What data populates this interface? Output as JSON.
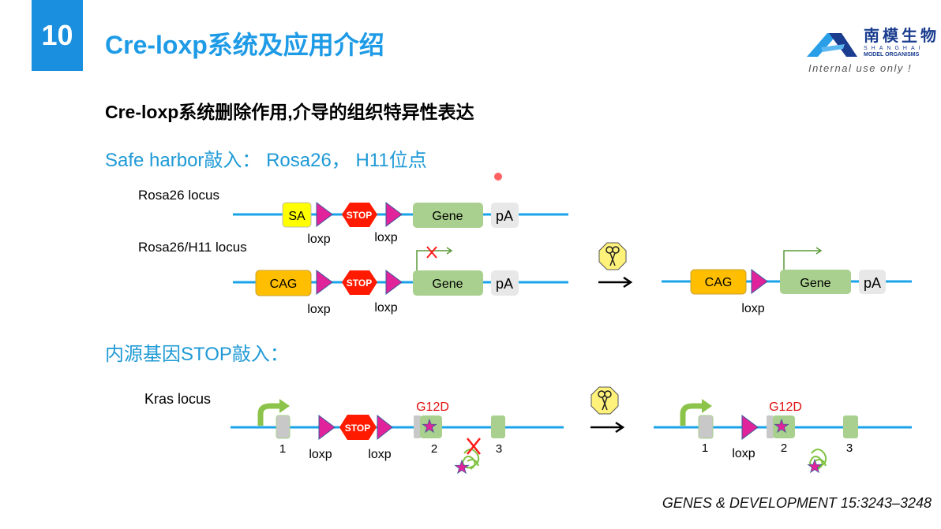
{
  "slide": {
    "number": "10",
    "title": "Cre-loxp系统及应用介绍",
    "subtitle": "Cre-loxp系统删除作用,介导的组织特异性表达",
    "section1": "Safe harbor敲入：  Rosa26，  H11位点",
    "section2": "内源基因STOP敲入：",
    "citation": "GENES & DEVELOPMENT 15:3243–3248"
  },
  "logo": {
    "cn": "南模生物",
    "en_line1": "SHANGHAI",
    "en_line2": "MODEL ORGANISMS",
    "note": "Internal use only !"
  },
  "diagram": {
    "rosa26_label": "Rosa26 locus",
    "rosa_h11_label": "Rosa26/H11 locus",
    "kras_label": "Kras locus",
    "sa": "SA",
    "cag": "CAG",
    "stop": "STOP",
    "gene": "Gene",
    "pa": "pA",
    "loxp": "loxp",
    "mutation": "G12D",
    "exons": [
      "1",
      "2",
      "3"
    ],
    "colors": {
      "dna": "#1aa3e8",
      "loxp": "#e0239a",
      "stop": "#ff1a00",
      "gene": "#a9d08e",
      "cag": "#ffbf00",
      "sa": "#ffff00",
      "cre": "#fff27a",
      "accent": "#1e9be6"
    },
    "icons": [
      "cre-scissors-icon",
      "arrow-right-icon",
      "promoter-arrow-icon",
      "blocked-x-icon",
      "mutation-star-icon",
      "protein-icon"
    ]
  }
}
